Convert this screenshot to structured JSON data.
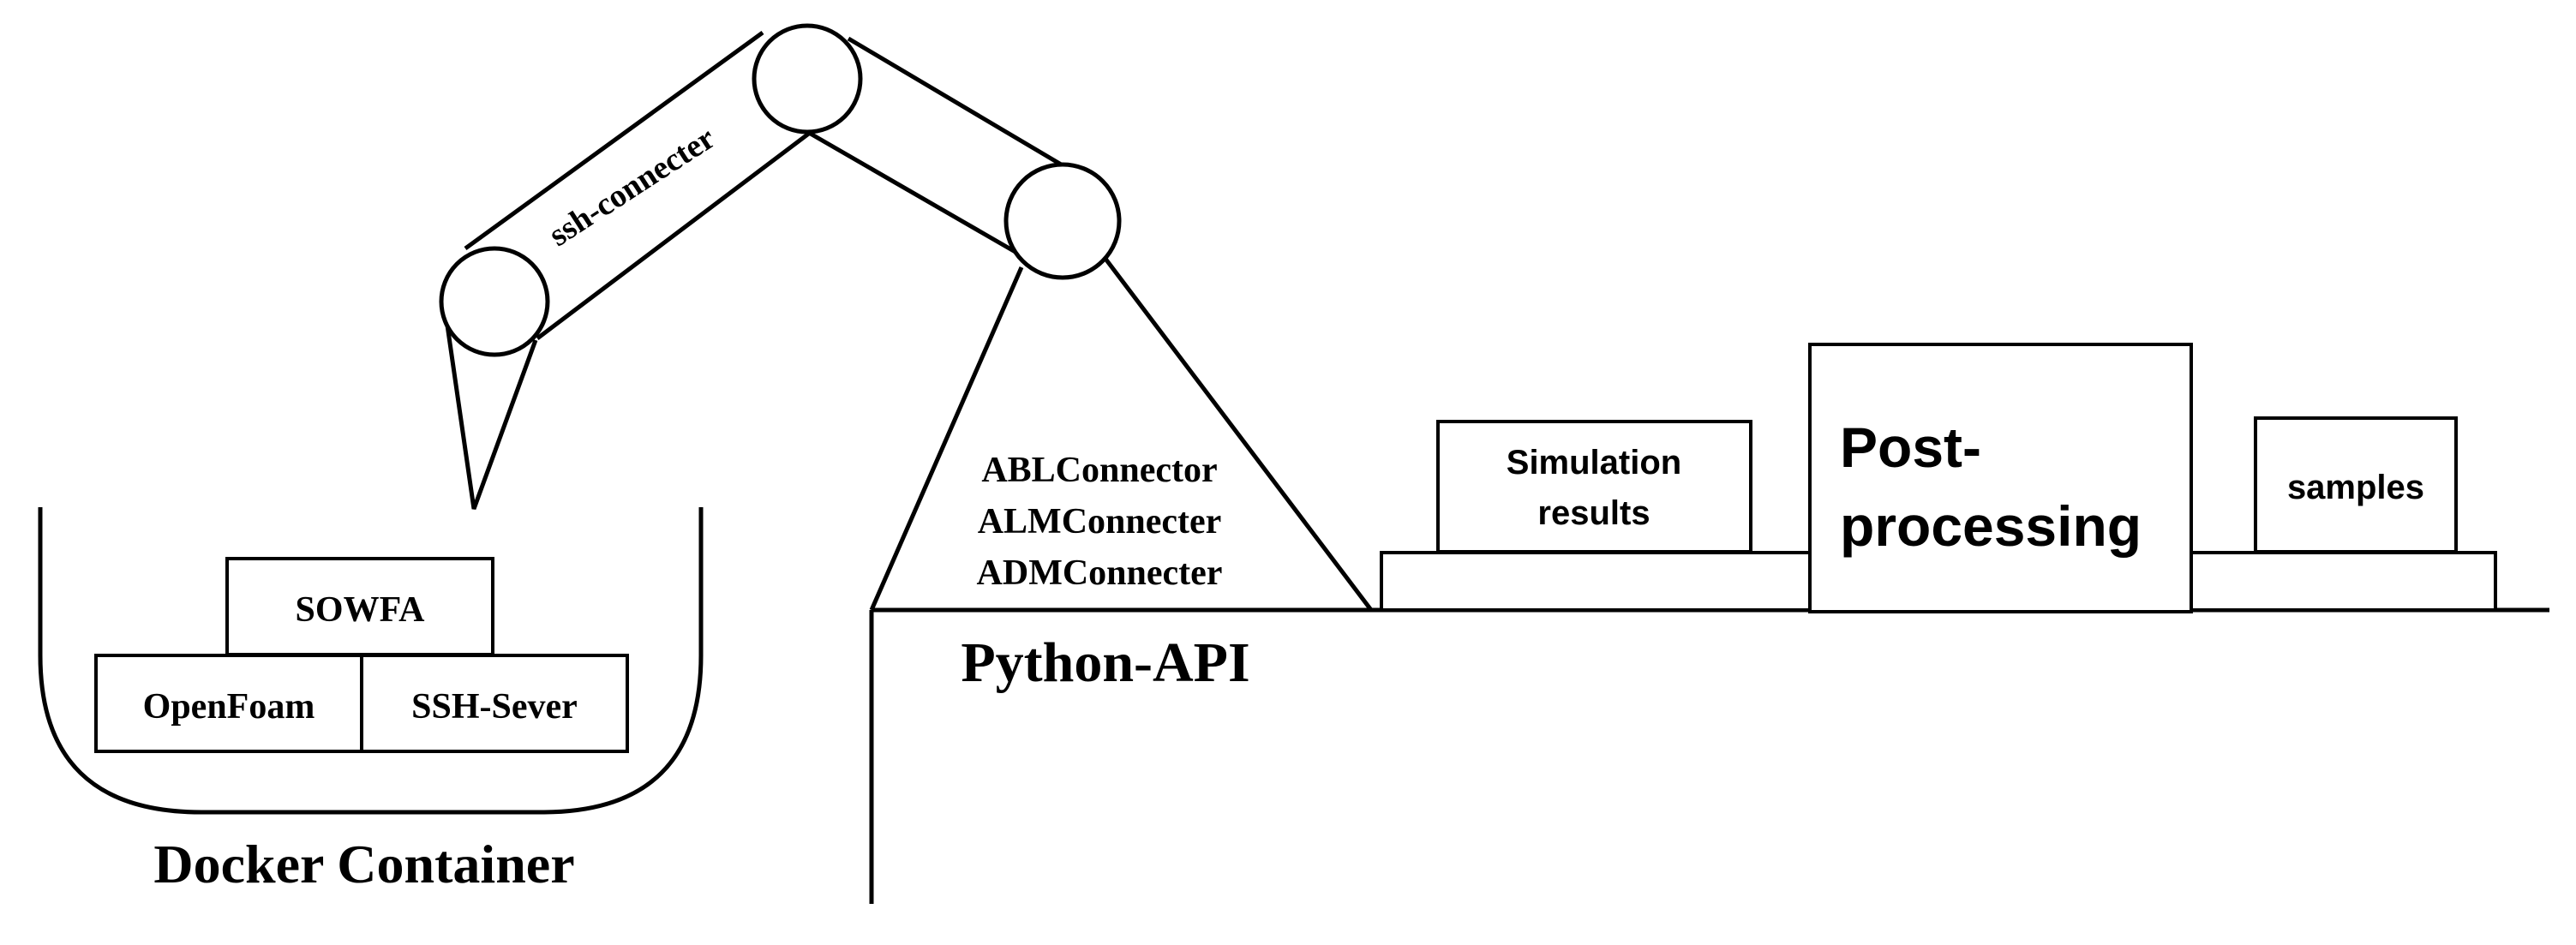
{
  "docker": {
    "title": "Docker Container",
    "sowfa": "SOWFA",
    "openfoam": "OpenFoam",
    "ssh_server": "SSH-Sever"
  },
  "arm": {
    "label": "ssh-connecter"
  },
  "api": {
    "title": "Python-API",
    "connectors": [
      "ABLConnector",
      "ALMConnecter",
      "ADMConnecter"
    ]
  },
  "conveyor": {
    "simulation_results": [
      "Simulation",
      "results"
    ],
    "post_processing": [
      "Post-",
      "processing"
    ],
    "samples": "samples"
  }
}
